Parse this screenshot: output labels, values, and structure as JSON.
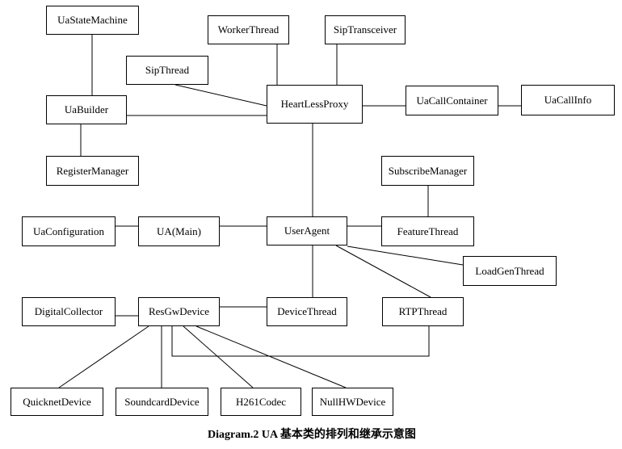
{
  "diagram": {
    "caption": "Diagram.2 UA 基本类的排列和继承示意图",
    "colors": {
      "background": "#ffffff",
      "box_fill": "#ffffff",
      "box_border": "#000000",
      "line": "#000000",
      "text": "#000000"
    },
    "nodes": [
      {
        "id": "UaStateMachine",
        "label": "UaStateMachine"
      },
      {
        "id": "WorkerThread",
        "label": "WorkerThread"
      },
      {
        "id": "SipTransceiver",
        "label": "SipTransceiver"
      },
      {
        "id": "SipThread",
        "label": "SipThread"
      },
      {
        "id": "HeartLessProxy",
        "label": "HeartLessProxy"
      },
      {
        "id": "UaCallContainer",
        "label": "UaCallContainer"
      },
      {
        "id": "UaCallInfo",
        "label": "UaCallInfo"
      },
      {
        "id": "UaBuilder",
        "label": "UaBuilder"
      },
      {
        "id": "RegisterManager",
        "label": "RegisterManager"
      },
      {
        "id": "SubscribeManager",
        "label": "SubscribeManager"
      },
      {
        "id": "UaConfiguration",
        "label": "UaConfiguration"
      },
      {
        "id": "UAMain",
        "label": "UA(Main)"
      },
      {
        "id": "UserAgent",
        "label": "UserAgent"
      },
      {
        "id": "FeatureThread",
        "label": "FeatureThread"
      },
      {
        "id": "LoadGenThread",
        "label": "LoadGenThread"
      },
      {
        "id": "DigitalCollector",
        "label": "DigitalCollector"
      },
      {
        "id": "ResGwDevice",
        "label": "ResGwDevice"
      },
      {
        "id": "DeviceThread",
        "label": "DeviceThread"
      },
      {
        "id": "RTPThread",
        "label": "RTPThread"
      },
      {
        "id": "QuicknetDevice",
        "label": "QuicknetDevice"
      },
      {
        "id": "SoundcardDevice",
        "label": "SoundcardDevice"
      },
      {
        "id": "H261Codec",
        "label": "H261Codec"
      },
      {
        "id": "NullHWDevice",
        "label": "NullHWDevice"
      }
    ],
    "edges": [
      {
        "from": "UaStateMachine",
        "to": "UaBuilder"
      },
      {
        "from": "WorkerThread",
        "to": "HeartLessProxy"
      },
      {
        "from": "SipTransceiver",
        "to": "HeartLessProxy"
      },
      {
        "from": "SipThread",
        "to": "HeartLessProxy"
      },
      {
        "from": "UaBuilder",
        "to": "HeartLessProxy"
      },
      {
        "from": "UaBuilder",
        "to": "RegisterManager"
      },
      {
        "from": "HeartLessProxy",
        "to": "UaCallContainer"
      },
      {
        "from": "UaCallContainer",
        "to": "UaCallInfo"
      },
      {
        "from": "HeartLessProxy",
        "to": "UserAgent"
      },
      {
        "from": "SubscribeManager",
        "to": "FeatureThread"
      },
      {
        "from": "UserAgent",
        "to": "FeatureThread"
      },
      {
        "from": "UaConfiguration",
        "to": "UAMain"
      },
      {
        "from": "UAMain",
        "to": "UserAgent"
      },
      {
        "from": "UserAgent",
        "to": "DeviceThread"
      },
      {
        "from": "UserAgent",
        "to": "LoadGenThread"
      },
      {
        "from": "UserAgent",
        "to": "RTPThread"
      },
      {
        "from": "DigitalCollector",
        "to": "ResGwDevice"
      },
      {
        "from": "ResGwDevice",
        "to": "DeviceThread"
      },
      {
        "from": "ResGwDevice",
        "to": "RTPThread"
      },
      {
        "from": "ResGwDevice",
        "to": "QuicknetDevice"
      },
      {
        "from": "ResGwDevice",
        "to": "SoundcardDevice"
      },
      {
        "from": "ResGwDevice",
        "to": "H261Codec"
      },
      {
        "from": "ResGwDevice",
        "to": "NullHWDevice"
      }
    ]
  }
}
